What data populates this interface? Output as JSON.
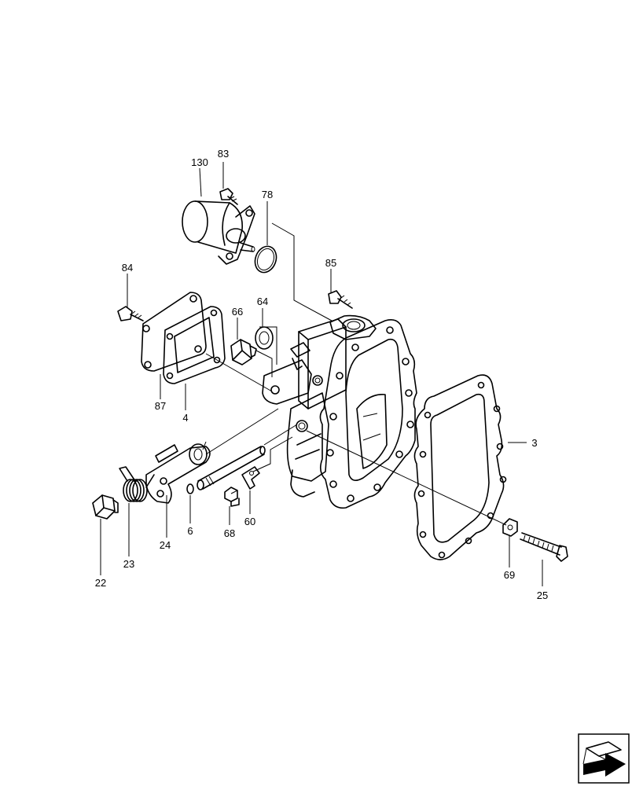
{
  "callouts": [
    {
      "id": "130",
      "text": "130"
    },
    {
      "id": "83",
      "text": "83"
    },
    {
      "id": "78",
      "text": "78"
    },
    {
      "id": "84",
      "text": "84"
    },
    {
      "id": "85",
      "text": "85"
    },
    {
      "id": "64",
      "text": "64"
    },
    {
      "id": "66",
      "text": "66"
    },
    {
      "id": "87",
      "text": "87"
    },
    {
      "id": "4",
      "text": "4"
    },
    {
      "id": "3",
      "text": "3"
    },
    {
      "id": "24",
      "text": "24"
    },
    {
      "id": "6",
      "text": "6"
    },
    {
      "id": "68",
      "text": "68"
    },
    {
      "id": "60",
      "text": "60"
    },
    {
      "id": "22",
      "text": "22"
    },
    {
      "id": "23",
      "text": "23"
    },
    {
      "id": "69",
      "text": "69"
    },
    {
      "id": "25",
      "text": "25"
    }
  ],
  "nav_icon": "next-page-arrow-icon"
}
